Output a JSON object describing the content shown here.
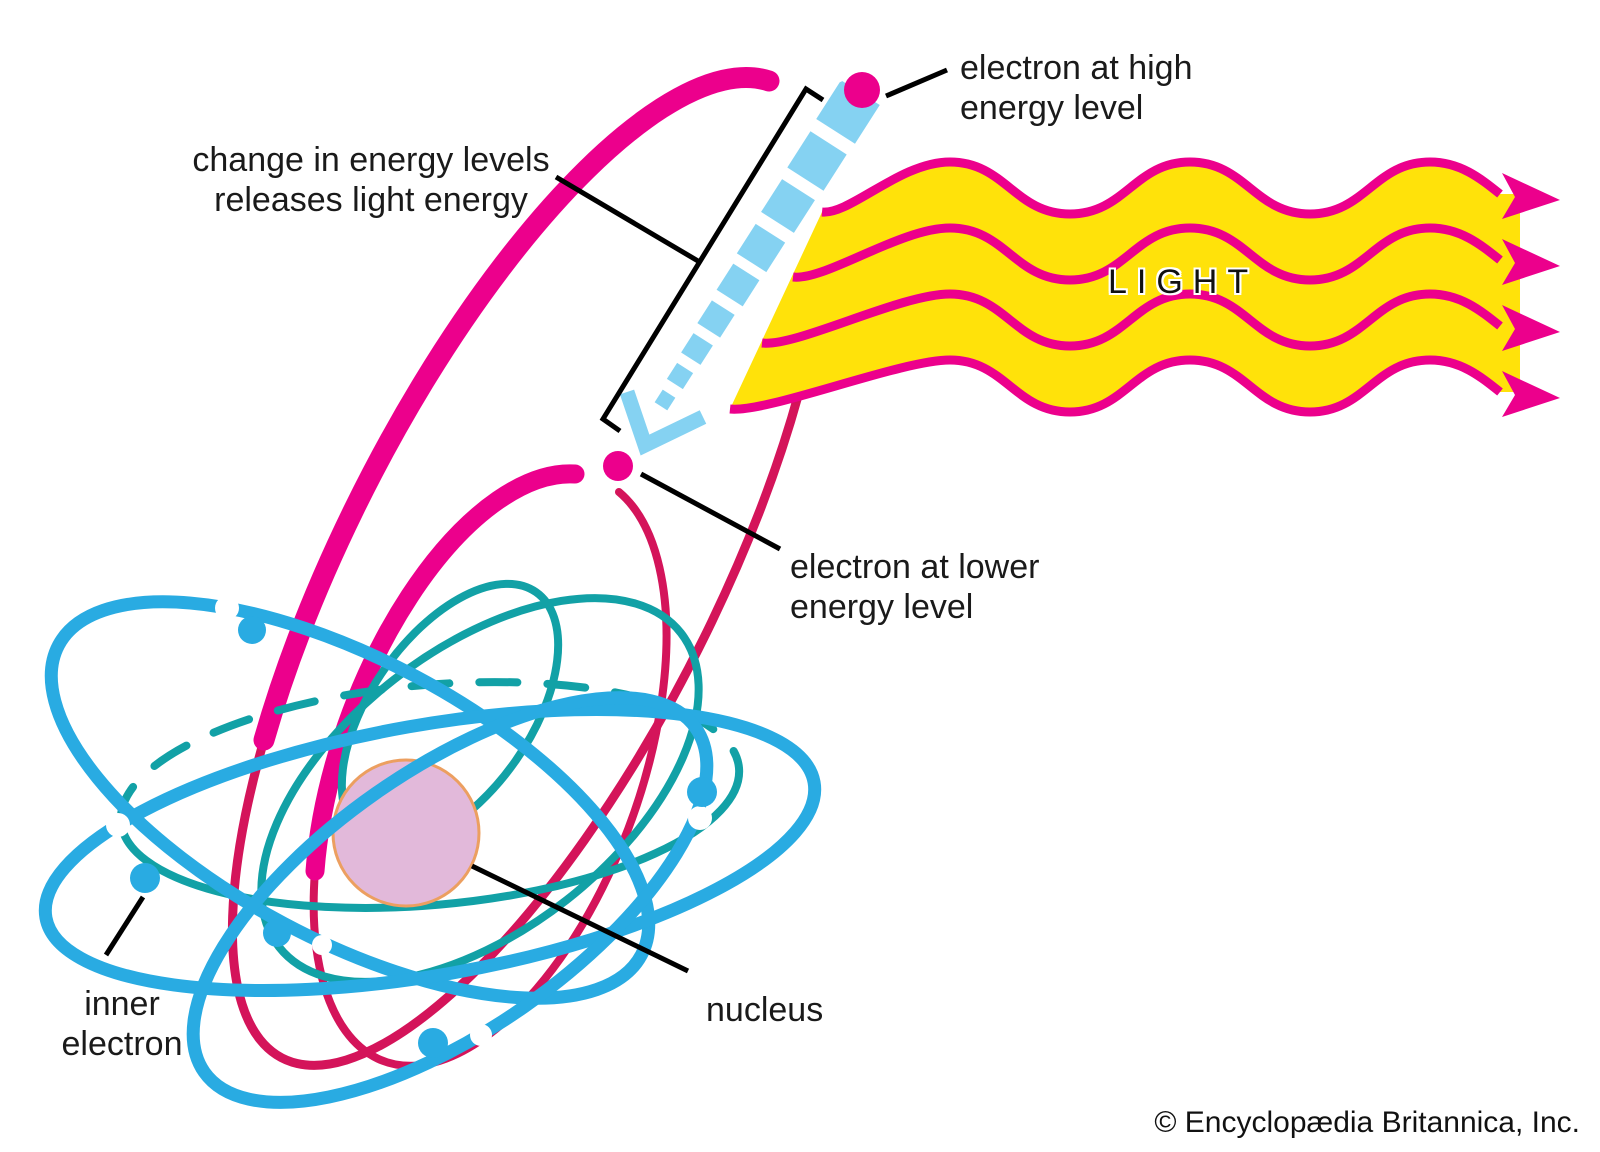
{
  "diagram": {
    "labels": {
      "electron_high_line1": "electron at high",
      "electron_high_line2": "energy level",
      "energy_change_line1": "change in energy levels",
      "energy_change_line2": "releases light energy",
      "electron_lower_line1": "electron at lower",
      "electron_lower_line2": "energy level",
      "inner_electron_line1": "inner",
      "inner_electron_line2": "electron",
      "nucleus": "nucleus",
      "light_beam": "LIGHT",
      "copyright": "© Encyclopædia Britannica, Inc."
    },
    "colors": {
      "orbit_magenta": "#EC008C",
      "orbit_crimson": "#D4145A",
      "orbit_blue": "#29ABE2",
      "orbit_teal": "#12A1A6",
      "arrow_light_blue": "#85D2F2",
      "light_yellow": "#FFE20A",
      "nucleus_fill": "#E2B9DA",
      "nucleus_outline": "#EC9F60",
      "label_text": "#1a1a1a"
    }
  }
}
